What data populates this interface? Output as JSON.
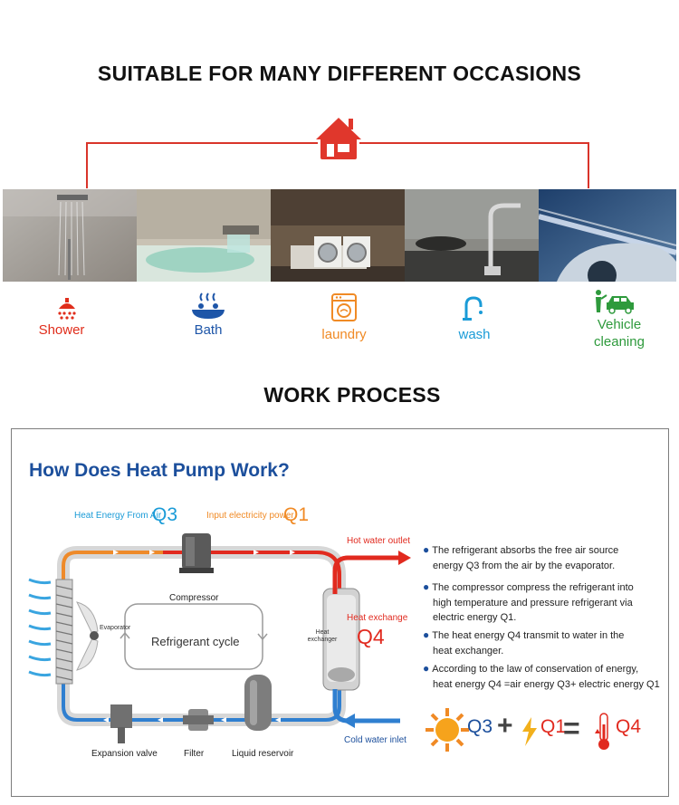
{
  "occasions_title": "SUITABLE FOR MANY DIFFERENT OCCASIONS",
  "home_icon": "house-icon",
  "applications": [
    {
      "label": "Shower",
      "icon": "shower-icon",
      "color": "#e02d1b"
    },
    {
      "label": "Bath",
      "icon": "bath-icon",
      "color": "#1d55a8"
    },
    {
      "label": "laundry",
      "icon": "washing-machine-icon",
      "color": "#f08a25"
    },
    {
      "label": "wash",
      "icon": "faucet-icon",
      "color": "#1a9bd7"
    },
    {
      "label1": "Vehicle",
      "label2": "cleaning",
      "icon": "car-wash-icon",
      "color": "#2e9a3c"
    }
  ],
  "process_title": "WORK PROCESS",
  "diagram": {
    "heading": "How Does Heat Pump Work?",
    "heat_from_air": "Heat Energy From Air",
    "q3": "Q3",
    "input_power": "Input electricity power",
    "q1": "Q1",
    "compressor": "Compressor",
    "evaporator": "Evaporator",
    "cycle": "Refrigerant cycle",
    "exchanger_line1": "Heat",
    "exchanger_line2": "exchanger",
    "hot_outlet": "Hot water outlet",
    "heat_exchange": "Heat exchange",
    "q4": "Q4",
    "cold_inlet": "Cold water inlet",
    "expansion_valve": "Expansion valve",
    "filter": "Filter",
    "liquid_reservoir": "Liquid reservoir",
    "bullets": [
      {
        "l1": "The refrigerant absorbs the free air source",
        "l2": "energy Q3 from the air by the evaporator."
      },
      {
        "l1": "The compressor compress the refrigerant into",
        "l2": "high temperature and pressure refrigerant via",
        "l3": "electric energy Q1."
      },
      {
        "l1": "The heat energy Q4 transmit to water in the",
        "l2": "heat exchanger."
      },
      {
        "l1": "According to the law of conservation of energy,",
        "l2": "heat energy Q4 =air energy Q3+ electric energy Q1"
      }
    ],
    "eq_q3": "Q3",
    "eq_q1": "Q1",
    "eq_q4": "Q4",
    "colors": {
      "red": "#e12a1f",
      "blue": "#2f7fd0",
      "orange": "#f08a25",
      "navy": "#1c4f9c"
    }
  }
}
